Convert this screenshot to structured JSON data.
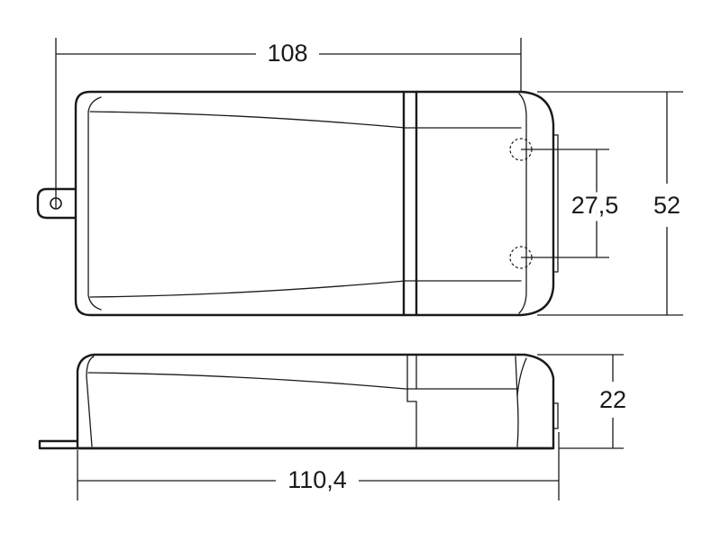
{
  "dimensions": {
    "top_width": "108",
    "hole_spacing": "27,5",
    "height": "52",
    "side_height": "22",
    "bottom_width": "110,4"
  }
}
